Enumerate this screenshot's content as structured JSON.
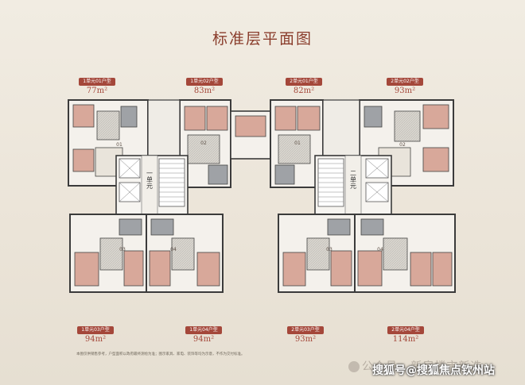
{
  "title": "标准层平面图",
  "units": [
    {
      "label": "1单元01户型",
      "area": "77m²",
      "num": "01"
    },
    {
      "label": "1单元02户型",
      "area": "83m²",
      "num": "02"
    },
    {
      "label": "2单元01户型",
      "area": "82m²",
      "num": "01"
    },
    {
      "label": "2单元02户型",
      "area": "93m²",
      "num": "02"
    },
    {
      "label": "1单元03户型",
      "area": "94m²",
      "num": "03"
    },
    {
      "label": "1单元04户型",
      "area": "94m²",
      "num": "04"
    },
    {
      "label": "2单元03户型",
      "area": "93m²",
      "num": "03"
    },
    {
      "label": "2单元04户型",
      "area": "114m²",
      "num": "04"
    }
  ],
  "cores": [
    {
      "label": "一单元"
    },
    {
      "label": "二单元"
    }
  ],
  "footnote": "本图仅供销售参考，户型面积以政府最终测绘为准；图示家具、家电、装饰等均为示意，不作为交付标准。",
  "watermark_gray": "公众号 · 新房楼市新选",
  "watermark": "搜狐号@搜狐焦点钦州站",
  "colors": {
    "accent": "#a4473a",
    "title": "#8a3d2c"
  }
}
